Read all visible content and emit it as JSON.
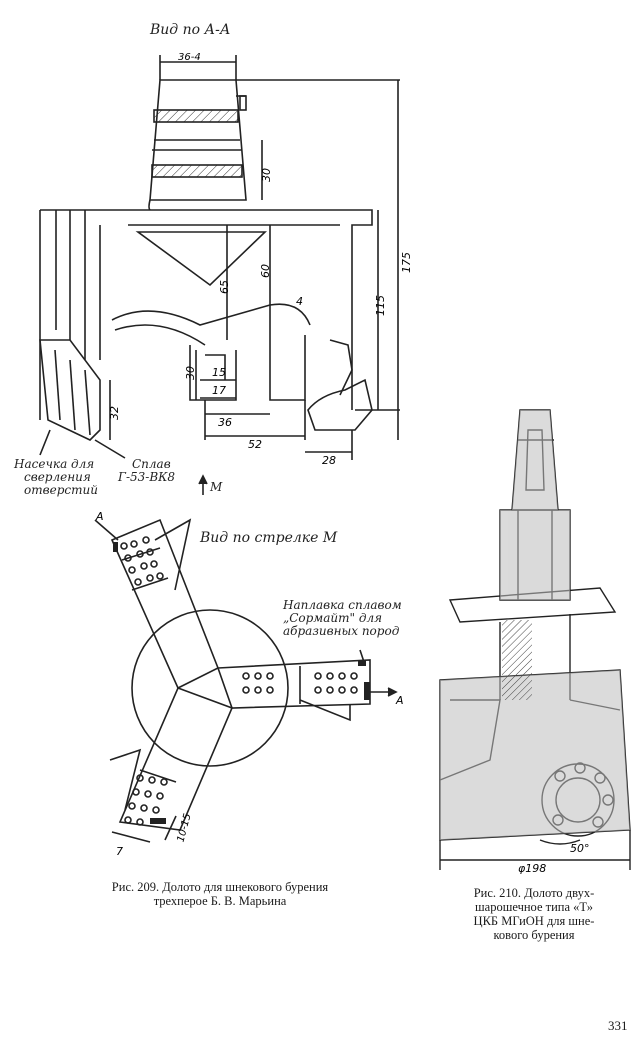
{
  "page_number": "331",
  "fig209": {
    "view_top_title": "Вид по А-А",
    "view_bottom_title": "Вид по стрелке М",
    "dims": {
      "d36_4": "36-4",
      "d30": "30",
      "d175": "175",
      "d60": "60",
      "d65": "65",
      "d115": "115",
      "d4": "4",
      "d15": "15",
      "d17": "17",
      "d30b": "30",
      "d32": "32",
      "d36": "36",
      "d52": "52",
      "d28": "28",
      "d7": "7",
      "d10_15": "10-15"
    },
    "labels": {
      "notch_l1": "Насечка для",
      "notch_l2": "сверления",
      "notch_l3": "отверстий",
      "alloy_l1": "Сплав",
      "alloy_l2": "Г-53-ВК8",
      "arrow_m": "М",
      "hardfacing_l1": "Наплавка сплавом",
      "hardfacing_l2": "„Сормайт\" для",
      "hardfacing_l3": "абразивных пород",
      "section_a": "А",
      "section_a2": "А"
    },
    "caption_l1": "Рис. 209. Долото для шнекового бурения",
    "caption_l2": "трехперое Б. В. Марьина"
  },
  "fig210": {
    "dim_angle": "50°",
    "dim_diameter": "φ198",
    "caption_l1": "Рис. 210. Долото двух-",
    "caption_l2": "шарошечное типа «Т»",
    "caption_l3": "ЦКБ МГиОН для шне-",
    "caption_l4": "кового бурения"
  }
}
